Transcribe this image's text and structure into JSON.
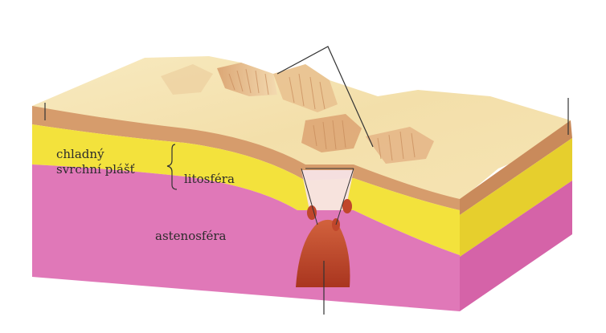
{
  "labels": {
    "cold_upper_mantle_line1": "chladný",
    "cold_upper_mantle_line2": "svrchní plášť",
    "lithosphere": "litosféra",
    "asthenosphere": "astenosféra"
  },
  "colors": {
    "surface_light": "#f6e6b4",
    "surface_ridge": "#e2b98a",
    "crust_band": "#d9a173",
    "crust_side": "#c98a5b",
    "lithosphere_yellow": "#f3e23c",
    "lithosphere_yellow_side": "#e6cf2d",
    "asthenosphere_pink": "#e078b8",
    "asthenosphere_pink_side": "#d563a8",
    "magma": "#b9442a",
    "rift_glow": "#f7e3e6",
    "line": "#333333"
  }
}
